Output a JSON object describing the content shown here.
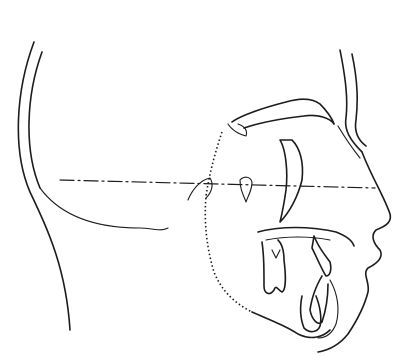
{
  "figure": {
    "kind": "cephalometric-tracing",
    "view": "lateral-profile",
    "background": "#ffffff",
    "ink_color": "#1c1c1c",
    "reference_line": "dash-dot",
    "text_labels": []
  }
}
